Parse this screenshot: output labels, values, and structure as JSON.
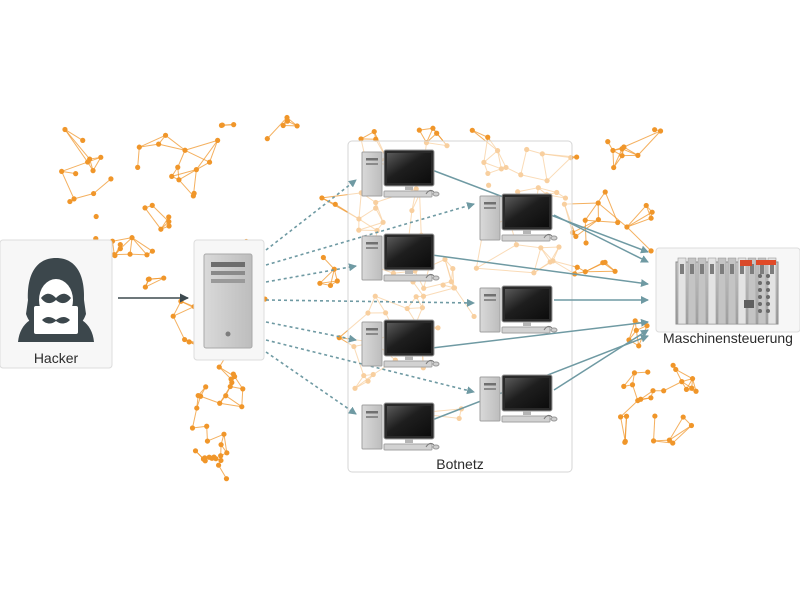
{
  "labels": {
    "hacker": "Hacker",
    "botnet": "Botnetz",
    "controller": "Maschinensteuerung"
  },
  "colors": {
    "network": "#f0962a",
    "attack_arrow": "#6f9aa3",
    "hacker_arrow": "#3d4a4f",
    "hacker_icon": "#3c474c",
    "panel_border": "#d6d6d6"
  },
  "icons": {
    "hacker": "hooded-hacker-icon",
    "relay": "server-tower-icon",
    "bots": "desktop-computer-icon",
    "target": "industrial-controller-icon",
    "background": "world-network-map"
  }
}
